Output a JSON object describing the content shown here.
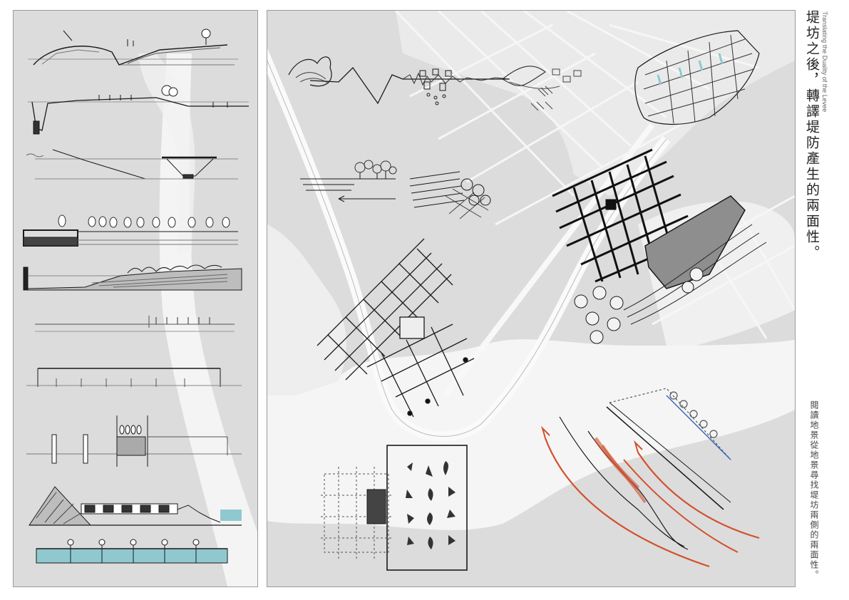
{
  "title": {
    "chinese": "堤坊之後，轉譯堤防產生的兩面性。",
    "english": "Translating the Duality of the Levee"
  },
  "note": {
    "chinese": "閱讀地景從地景尋找堤坊兩側的兩面性。"
  },
  "colors": {
    "panel_bg": "#dcdcdc",
    "land_white": "#f7f7f7",
    "ink": "#1a1a1a",
    "accent_red": "#d2502c",
    "accent_blue": "#3b63c4",
    "accent_teal": "#8fc9cf"
  }
}
